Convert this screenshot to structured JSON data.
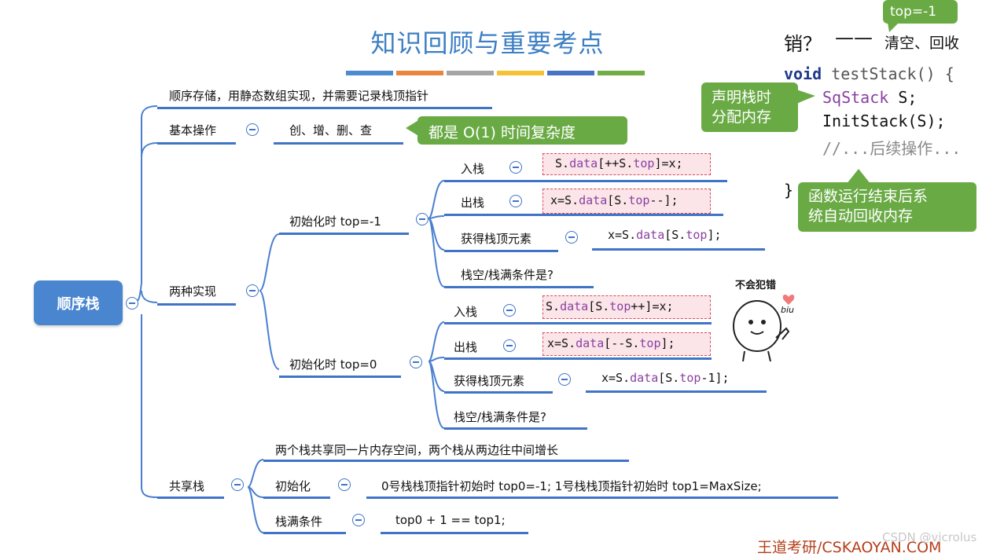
{
  "title": "知识回顾与重要考点",
  "title_bar_colors": [
    "#4d8ad0",
    "#e8863e",
    "#a5a5a5",
    "#f4c233",
    "#4673c4",
    "#70ad47"
  ],
  "root": "顺序栈",
  "branch1": "顺序存储，用静态数组实现，并需要记录栈顶指针",
  "basic": {
    "label": "基本操作",
    "child": "创、增、删、查",
    "callout": "都是 O(1) 时间复杂度"
  },
  "impl": {
    "label": "两种实现",
    "init_neg1": {
      "label": "初始化时 top=-1",
      "push_label": "入栈",
      "push_code_prefix": "S.",
      "push_code_kw": "data",
      "push_code_mid": "[++S.",
      "push_code_kw2": "top",
      "push_code_suffix": "]=x;",
      "pop_label": "出栈",
      "pop_code_prefix": "x=S.",
      "pop_code_kw": "data",
      "pop_code_mid": "[S.",
      "pop_code_kw2": "top",
      "pop_code_suffix": "--];",
      "get_label": "获得栈顶元素",
      "get_code_prefix": "x=S.",
      "get_code_kw": "data",
      "get_code_mid": "[S.",
      "get_code_kw2": "top",
      "get_code_suffix": "];",
      "cond_label": "栈空/栈满条件是?"
    },
    "init_0": {
      "label": "初始化时 top=0",
      "push_label": "入栈",
      "push_code_prefix": "S.",
      "push_code_kw": "data",
      "push_code_mid": "[S.",
      "push_code_kw2": "top",
      "push_code_suffix": "++]=x;",
      "pop_label": "出栈",
      "pop_code_prefix": "x=S.",
      "pop_code_kw": "data",
      "pop_code_mid": "[--S.",
      "pop_code_kw2": "top",
      "pop_code_suffix": "];",
      "get_label": "获得栈顶元素",
      "get_code_prefix": "x=S.",
      "get_code_kw": "data",
      "get_code_mid": "[S.",
      "get_code_kw2": "top",
      "get_code_suffix": "-1];",
      "cond_label": "栈空/栈满条件是?"
    }
  },
  "shared": {
    "label": "共享栈",
    "desc": "两个栈共享同一片内存空间，两个栈从两边往中间增长",
    "init_label": "初始化",
    "init_text": "0号栈栈顶指针初始时 top0=-1;   1号栈栈顶指针初始时  top1=MaxSize;",
    "full_label": "栈满条件",
    "full_text": "top0 + 1 == top1;"
  },
  "right": {
    "top_callout": "top=-1",
    "line1_a": "销？",
    "line1_dash": "——",
    "line1_b": "清空、回收",
    "code_void": "void",
    "code_fn": " testStack() {",
    "code_line2_type": "SqStack",
    "code_line2_rest": " S;",
    "code_line3": "InitStack(S);",
    "code_line4": "//...后续操作...",
    "code_close": "}",
    "callout_left": "声明栈时\n分配内存",
    "callout_bottom": "函数运行结束后系\n统自动回收内存"
  },
  "sticker": {
    "caption": "不会犯错",
    "biu": "biu"
  },
  "footer": {
    "brand": "王道考研/CSKAOYAN.COM",
    "watermark": "CSDN @vicrolus"
  }
}
